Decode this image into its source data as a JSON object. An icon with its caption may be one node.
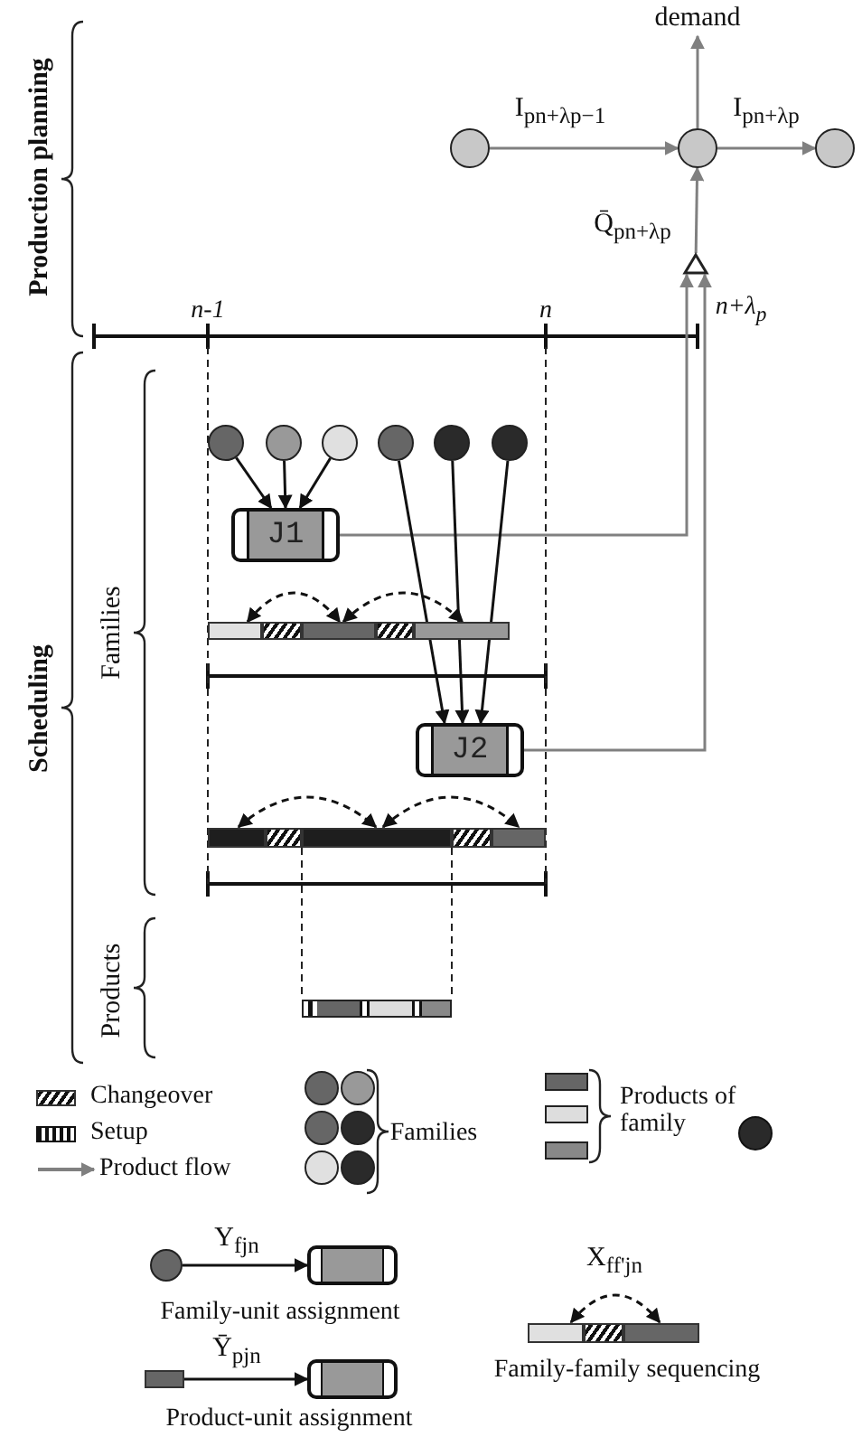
{
  "diagram": {
    "nodes": [
      {
        "text": [],
        "shape": "circle"
      },
      {
        "text": [],
        "shape": "circle"
      },
      {
        "text": [],
        "shape": "circle"
      },
      {
        "text": [],
        "shape": "triangle"
      },
      {
        "text": [],
        "shape": "circle"
      },
      {
        "text": [],
        "shape": "circle"
      },
      {
        "text": [],
        "shape": "circle"
      },
      {
        "text": [],
        "shape": "circle"
      },
      {
        "text": [],
        "shape": "circle"
      },
      {
        "text": [],
        "shape": "circle"
      },
      {
        "text": [
          "J1"
        ]
      },
      {
        "text": [
          "J2"
        ]
      },
      {
        "text": [],
        "shape": "bar"
      },
      {
        "text": [],
        "shape": "bar"
      },
      {
        "text": [],
        "shape": "bar"
      },
      {
        "text": [],
        "shape": "bar"
      },
      {
        "text": [],
        "shape": "bar"
      },
      {
        "text": [],
        "shape": "bar"
      },
      {
        "text": [],
        "shape": "circle"
      },
      {
        "text": [],
        "shape": "box"
      },
      {
        "text": [],
        "shape": "bar"
      },
      {
        "text": [],
        "shape": "box"
      },
      {
        "text": [],
        "shape": "bar"
      },
      {
        "text": [],
        "shape": "bar"
      }
    ],
    "edges": [
      {
        "from": 0,
        "to": 1,
        "arrow": "to",
        "label": "I$_{pn+λp−1}$",
        "color": "#808080"
      },
      {
        "from": 1,
        "to": 2,
        "arrow": "to",
        "label": "I$_{pn+λp}$",
        "color": "#808080"
      },
      {
        "from": 1,
        "to": null,
        "arrow": "to",
        "label": "demand",
        "color": "#808080"
      },
      {
        "from": 3,
        "to": 1,
        "arrow": "to",
        "label": "Q̄$_{pn+λp}$",
        "color": "#808080"
      },
      {
        "from": 10,
        "to": 3,
        "arrow": "to",
        "color": "#808080"
      },
      {
        "from": 11,
        "to": 3,
        "arrow": "to",
        "color": "#808080"
      },
      {
        "from": 4,
        "to": 10,
        "arrow": "to"
      },
      {
        "from": 5,
        "to": 10,
        "arrow": "to"
      },
      {
        "from": 6,
        "to": 10,
        "arrow": "to"
      },
      {
        "from": 7,
        "to": 11,
        "arrow": "to"
      },
      {
        "from": 8,
        "to": 11,
        "arrow": "to"
      },
      {
        "from": 9,
        "to": 11,
        "arrow": "to"
      },
      {
        "from": 12,
        "to": 13,
        "arrow": "both",
        "style": "dashed"
      },
      {
        "from": 13,
        "to": 14,
        "arrow": "both",
        "style": "dashed"
      },
      {
        "from": 15,
        "to": 16,
        "arrow": "both",
        "style": "dashed"
      },
      {
        "from": 16,
        "to": 17,
        "arrow": "both",
        "style": "dashed"
      },
      {
        "from": 18,
        "to": 19,
        "arrow": "to",
        "label": "Y$_{fjn}$"
      },
      {
        "from": 20,
        "to": 21,
        "arrow": "to",
        "label": "Ȳ$_{pjn}$"
      },
      {
        "from": 22,
        "to": 23,
        "arrow": "both",
        "style": "dashed",
        "label": "X$_{ff'jn}$"
      }
    ],
    "labels": [
      "Production planning",
      "Scheduling",
      "n-1",
      "n",
      "n+λ$_{p}$",
      "Families",
      "Products",
      "Families",
      "Products of family",
      "Family-unit assignment",
      "Product-unit assignment",
      "Family-family sequencing"
    ],
    "legend": [
      {
        "text": "Changeover"
      },
      {
        "text": "Setup"
      },
      {
        "text": "Product flow"
      }
    ]
  }
}
